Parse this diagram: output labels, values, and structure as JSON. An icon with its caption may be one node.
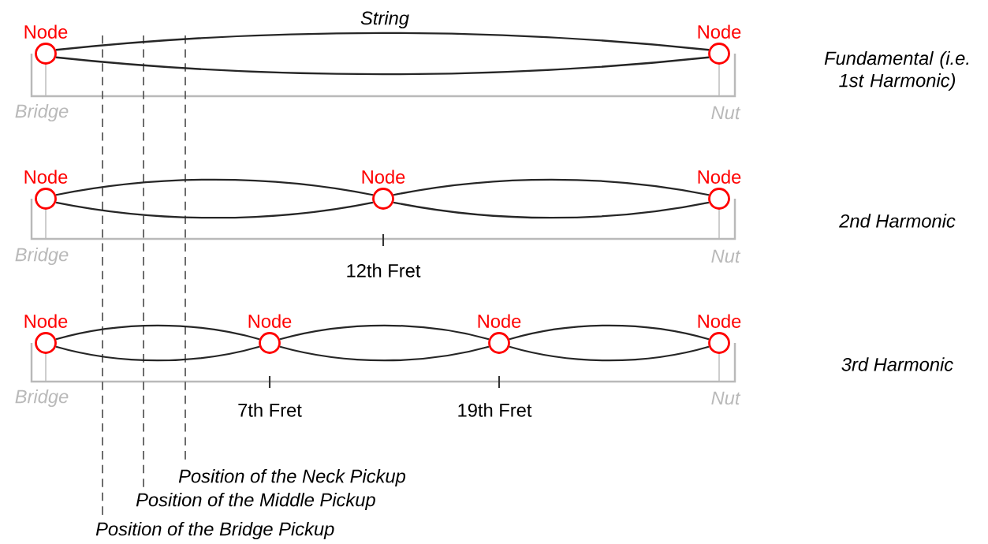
{
  "diagram": {
    "nodes": [
      {
        "text": [
          "Node"
        ]
      },
      {
        "text": [
          "Node"
        ]
      },
      {
        "text": [
          "Node"
        ]
      },
      {
        "text": [
          "Node"
        ]
      },
      {
        "text": [
          "Node"
        ]
      },
      {
        "text": [
          "Node"
        ]
      },
      {
        "text": [
          "Node"
        ]
      },
      {
        "text": [
          "Node"
        ]
      },
      {
        "text": [
          "Node"
        ]
      }
    ],
    "edges": [
      {
        "from": 0,
        "to": 1,
        "arrow": "none"
      },
      {
        "from": 0,
        "to": 1,
        "arrow": "none"
      },
      {
        "from": 2,
        "to": 3,
        "arrow": "none"
      },
      {
        "from": 2,
        "to": 3,
        "arrow": "none"
      },
      {
        "from": 3,
        "to": 4,
        "arrow": "none"
      },
      {
        "from": 3,
        "to": 4,
        "arrow": "none"
      },
      {
        "from": 5,
        "to": 6,
        "arrow": "none"
      },
      {
        "from": 5,
        "to": 6,
        "arrow": "none"
      },
      {
        "from": 6,
        "to": 7,
        "arrow": "none"
      },
      {
        "from": 6,
        "to": 7,
        "arrow": "none"
      },
      {
        "from": 7,
        "to": 8,
        "arrow": "none"
      },
      {
        "from": 7,
        "to": 8,
        "arrow": "none"
      }
    ],
    "labels": [
      "String",
      "Fundamental (i.e. 1st Harmonic)",
      "Bridge",
      "Nut",
      "2nd Harmonic",
      "Bridge",
      "Nut",
      "12th Fret",
      "3rd Harmonic",
      "Bridge",
      "Nut",
      "7th Fret",
      "19th Fret",
      "Position of the Neck Pickup",
      "Position of the Middle Pickup",
      "Position of the Bridge Pickup"
    ]
  }
}
